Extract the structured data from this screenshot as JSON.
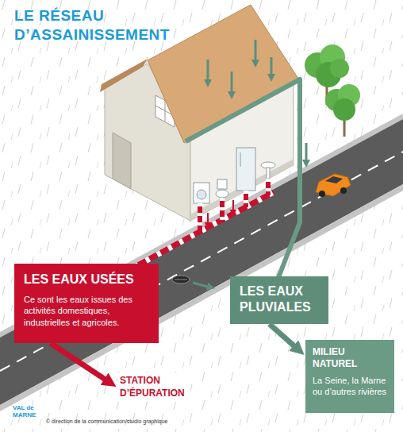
{
  "diagram": {
    "title": "LE RÉSEAU D’ASSAINISSEMENT",
    "nodes": [
      {
        "text": [
          "LES EAUX USÉES",
          "Ce sont les eaux issues des activités domestiques, industrielles et agricoles."
        ]
      },
      {
        "text": [
          "LES EAUX PLUVIALES"
        ]
      },
      {
        "text": [
          "STATION D’ÉPURATION"
        ]
      },
      {
        "text": [
          "MILIEU NATUREL",
          "La Seine, la Marne ou d’autres rivières"
        ]
      }
    ],
    "edges": [
      {
        "from": 0,
        "to": 2,
        "arrow": "to"
      },
      {
        "from": 1,
        "to": 3,
        "arrow": "to"
      }
    ],
    "labels": [
      "VAL de MARNE",
      "© direction de la communication/studio graphique"
    ]
  }
}
